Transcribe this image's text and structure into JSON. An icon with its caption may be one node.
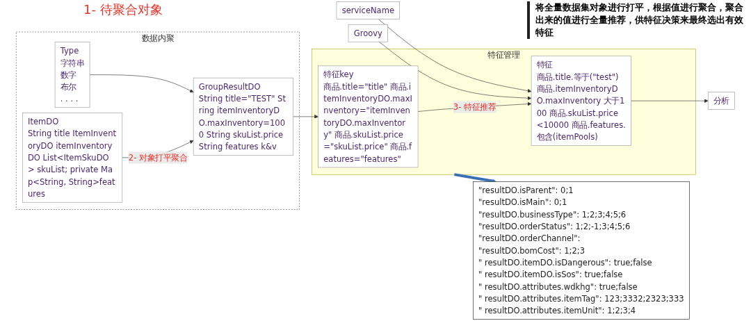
{
  "diagram": {
    "nodes": [
      {
        "text": [
          "数据内聚"
        ]
      },
      {
        "text": [
          "ItemDO",
          "String title ItemInventoryDO itemInventoryDO List<ItemSkuDO> skuList; private Map<String, String>features"
        ],
        "in": 0
      },
      {
        "text": [
          "GroupResultDO",
          "String title=\"TEST\" String itemInventoryDO.maxInventory=1000 String skuList.price String features k&v"
        ],
        "in": 0
      },
      {
        "text": [
          "Type",
          "字符串",
          "数字",
          "布尔",
          ". . . ."
        ],
        "in": 0
      },
      {
        "text": [
          "特征管理"
        ]
      },
      {
        "text": [
          "特征key",
          "商品.title=\"title\" 商品.itemInventoryDO.maxInventory=\"itemInventoryDO.maxInventory\" 商品.skuList.price =\"skuList.price\" 商品.features=\"features\""
        ],
        "in": 4
      },
      {
        "text": [
          "特征",
          "商品.title.等于(\"test\") 商品.itemInventoryDO.maxInventory 大于100 商品.skuList.price <10000 商品.features.包含(itemPools)"
        ],
        "in": 4
      },
      {
        "text": [
          "分析"
        ]
      },
      {
        "text": [
          "Groovy"
        ]
      },
      {
        "text": [
          "serviceName"
        ]
      },
      {
        "text": [
          "\"resultDO.isParent\": 0;1",
          "\"resultDO.isMain\": 0;1",
          "\"resultDO.businessType\": 1;2;3;4;5;6",
          "\"resultDO.orderStatus\": 1;2;-1;3;4;5;6",
          "\"resultDO.orderChannel\":",
          "\"resultDO.bomCost\": 1;2;3",
          "\" resultDO.itemDO.isDangerous\": true;false",
          "\" resultDO.itemDO.isSos\": true;false",
          "\" resultDO.attributes.wdkhg\": true;false",
          "\" resultDO.attributes.itemTag\": 123;3332;2323;333",
          "\" resultDO.attributes.itemUnit\": 1;2;3;4"
        ]
      }
    ],
    "edges": [
      {
        "from": 1,
        "to": 2,
        "arrow": "to",
        "label": "2- 对象打平聚合"
      },
      {
        "from": 3,
        "to": 2,
        "arrow": "to"
      },
      {
        "from": 2,
        "to": 5,
        "arrow": "to"
      },
      {
        "from": 5,
        "to": 6,
        "arrow": "to",
        "label": "3- 特征推荐"
      },
      {
        "from": 8,
        "to": 6,
        "arrow": "to"
      },
      {
        "from": 9,
        "to": 6,
        "arrow": "to"
      },
      {
        "from": 6,
        "to": 7,
        "arrow": "to"
      },
      {
        "from": 4,
        "to": 10,
        "arrow": "to",
        "style": "thick",
        "color": "#3a6fb5"
      }
    ],
    "labels": [
      "1- 待聚合对象",
      "将全量数据集对象进行打平，根据值进行聚合，聚合出来的值进行全量推荐，供特征决策来最终选出有效特征"
    ]
  }
}
